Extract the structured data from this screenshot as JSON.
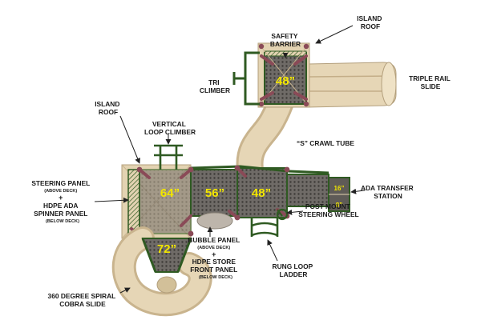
{
  "labels": {
    "island_roof_top": [
      "ISLAND",
      "ROOF"
    ],
    "safety_barrier": [
      "SAFETY",
      "BARRIER"
    ],
    "tri_climber": [
      "TRI",
      "CLIMBER"
    ],
    "triple_rail_slide": [
      "TRIPLE RAIL",
      "SLIDE"
    ],
    "island_roof_left": [
      "ISLAND",
      "ROOF"
    ],
    "vertical_loop_climber": [
      "VERTICAL",
      "LOOP CLIMBER"
    ],
    "s_crawl_tube": "“S” CRAWL TUBE",
    "steering_panel": {
      "line1": "STEERING PANEL",
      "note1": "(ABOVE DECK)",
      "plus": "+",
      "line2": "HDPE ADA",
      "line3": "SPINNER PANEL",
      "note2": "(BELOW DECK)"
    },
    "ada_transfer_station": [
      "ADA TRANSFER",
      "STATION"
    ],
    "post_mount_steering_wheel": [
      "POST MOUNT",
      "STEERING WHEEL"
    ],
    "bubble_panel": {
      "line1": "BUBBLE PANEL",
      "note1": "(ABOVE DECK)",
      "plus": "+",
      "line2": "HDPE STORE",
      "line3": "FRONT PANEL",
      "note2": "(BELOW DECK)"
    },
    "rung_loop_ladder": [
      "RUNG LOOP",
      "LADDER"
    ],
    "spiral_slide": [
      "360 DEGREE SPIRAL",
      "COBRA SLIDE"
    ]
  },
  "deck_heights": {
    "top_deck": "48”",
    "deck_64": "64”",
    "deck_56": "56”",
    "deck_48": "48”",
    "deck_72": "72”",
    "ada_16": "16”",
    "ada_8": "8”"
  },
  "colors": {
    "plastic_tan": "#e3d3b2",
    "plastic_shade": "#c9b48e",
    "frame_green": "#2f5a22",
    "deck_gray": "#6e6a66",
    "post_maroon": "#8a4a57",
    "dimension_yellow": "#f2e600",
    "barrier_yellow": "#d8c441"
  }
}
